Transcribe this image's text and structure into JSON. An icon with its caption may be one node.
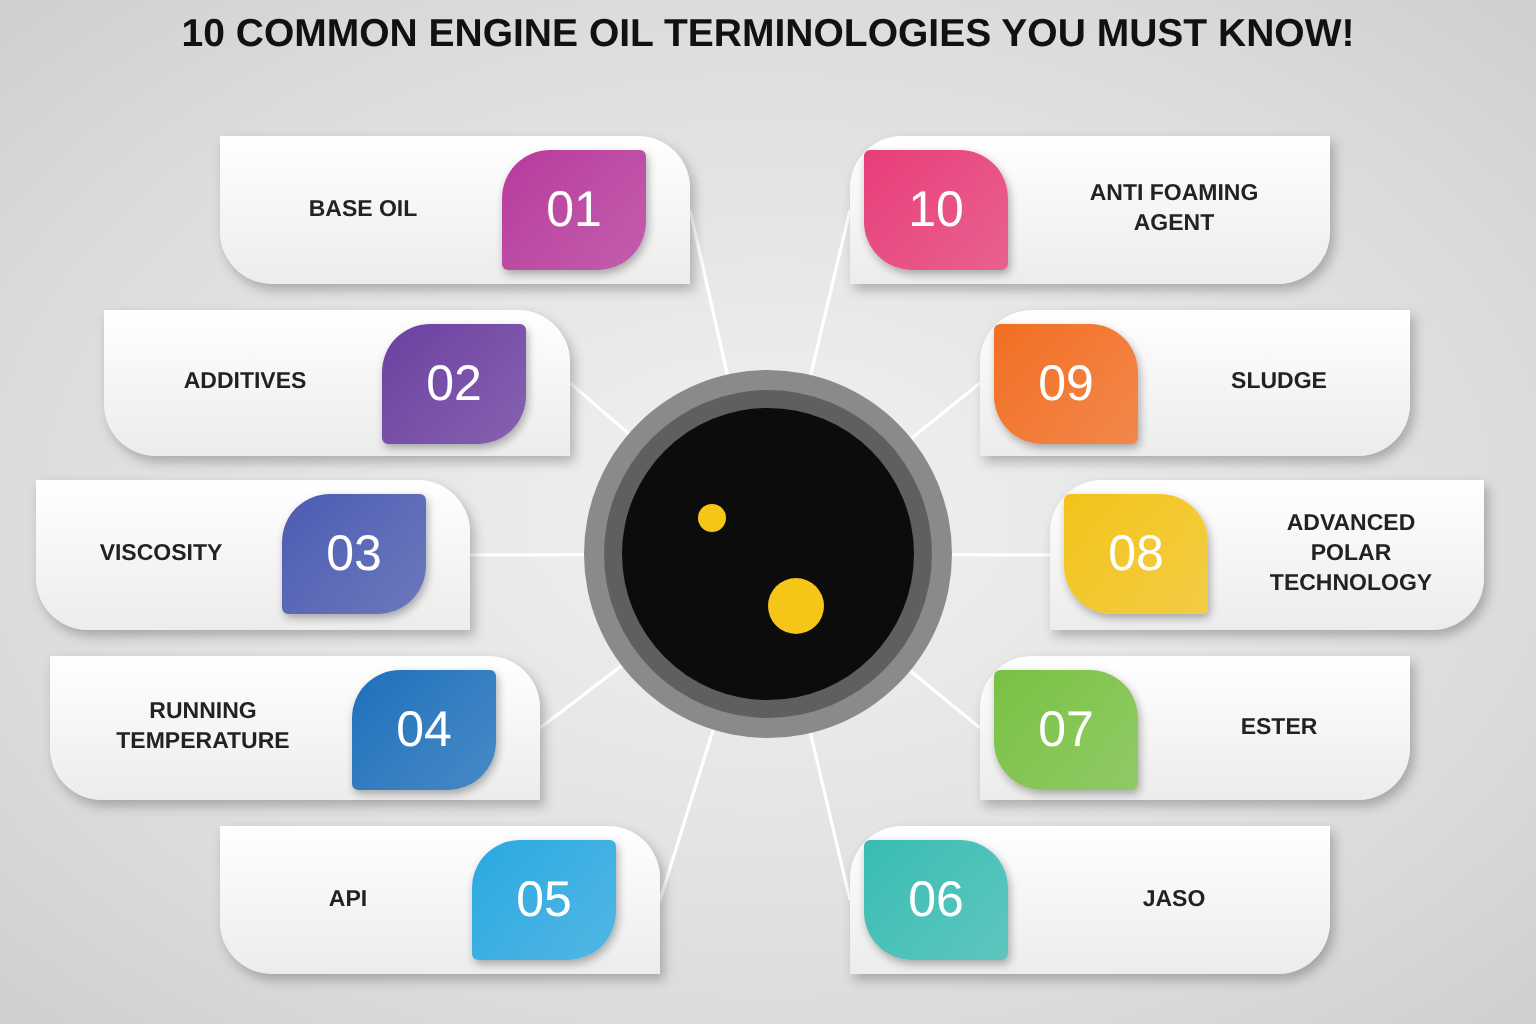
{
  "diagram": {
    "title": "10 COMMON ENGINE OIL TERMINOLOGIES YOU MUST KNOW!",
    "nodes": [
      {
        "text": [
          "BASE OIL",
          "01"
        ]
      },
      {
        "text": [
          "ADDITIVES",
          "02"
        ]
      },
      {
        "text": [
          "VISCOSITY",
          "03"
        ]
      },
      {
        "text": [
          "RUNNING TEMPERATURE",
          "04"
        ]
      },
      {
        "text": [
          "API",
          "05"
        ]
      },
      {
        "text": [
          "06",
          "JASO"
        ]
      },
      {
        "text": [
          "07",
          "ESTER"
        ]
      },
      {
        "text": [
          "08",
          "ADVANCED POLAR TECHNOLOGY"
        ]
      },
      {
        "text": [
          "09",
          "SLUDGE"
        ]
      },
      {
        "text": [
          "10",
          "ANTI FOAMING AGENT"
        ]
      },
      {
        "text": [],
        "shape": "circle"
      }
    ],
    "edges": [
      {
        "from": 10,
        "to": 0,
        "arrow": "none"
      },
      {
        "from": 10,
        "to": 1,
        "arrow": "none"
      },
      {
        "from": 10,
        "to": 2,
        "arrow": "none"
      },
      {
        "from": 10,
        "to": 3,
        "arrow": "none"
      },
      {
        "from": 10,
        "to": 4,
        "arrow": "none"
      },
      {
        "from": 10,
        "to": 5,
        "arrow": "none"
      },
      {
        "from": 10,
        "to": 6,
        "arrow": "none"
      },
      {
        "from": 10,
        "to": 7,
        "arrow": "none"
      },
      {
        "from": 10,
        "to": 8,
        "arrow": "none"
      },
      {
        "from": 10,
        "to": 9,
        "arrow": "none"
      }
    ]
  }
}
